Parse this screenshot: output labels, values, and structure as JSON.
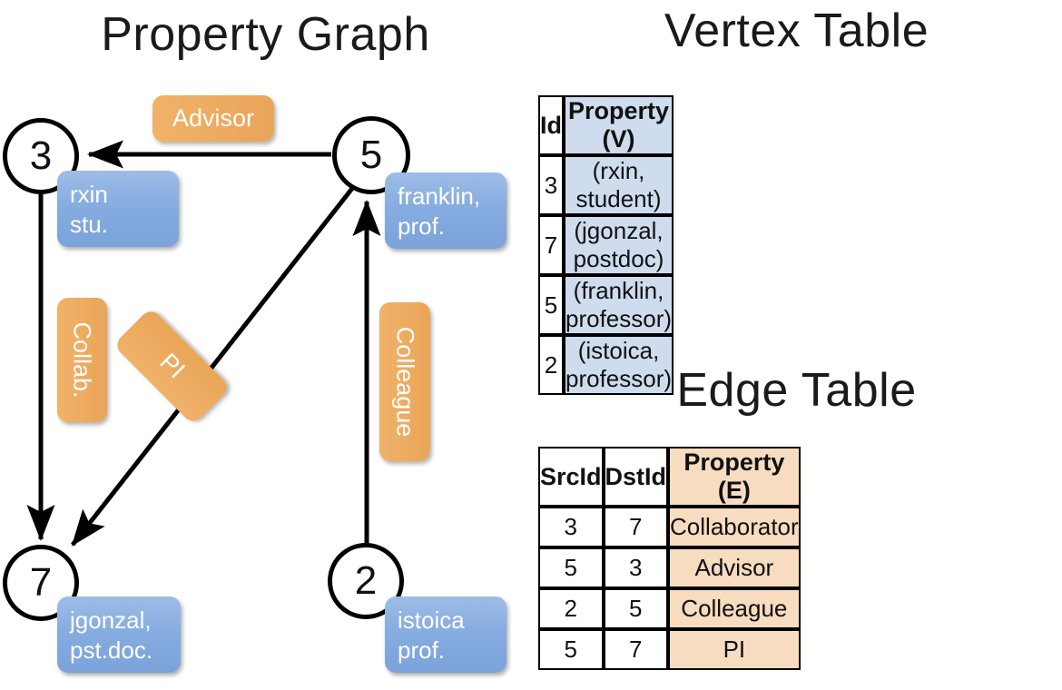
{
  "titles": {
    "property_graph": "Property Graph",
    "vertex_table": "Vertex Table",
    "edge_table": "Edge Table"
  },
  "graph": {
    "nodes": [
      {
        "id": "3",
        "property_line1": "rxin",
        "property_line2": "stu."
      },
      {
        "id": "5",
        "property_line1": "franklin,",
        "property_line2": "prof."
      },
      {
        "id": "7",
        "property_line1": "jgonzal,",
        "property_line2": "pst.doc."
      },
      {
        "id": "2",
        "property_line1": "istoica",
        "property_line2": "prof."
      }
    ],
    "edge_labels": [
      {
        "label": "Advisor"
      },
      {
        "label": "Collab."
      },
      {
        "label": "PI"
      },
      {
        "label": "Colleague"
      }
    ],
    "edges": [
      {
        "src": "5",
        "dst": "3",
        "label": "Advisor"
      },
      {
        "src": "3",
        "dst": "7",
        "label": "Collab."
      },
      {
        "src": "5",
        "dst": "7",
        "label": "PI"
      },
      {
        "src": "2",
        "dst": "5",
        "label": "Colleague"
      }
    ]
  },
  "vertex_table": {
    "headers": [
      "Id",
      "Property (V)"
    ],
    "rows": [
      {
        "id": "3",
        "property": "(rxin, student)"
      },
      {
        "id": "7",
        "property": "(jgonzal, postdoc)"
      },
      {
        "id": "5",
        "property": "(franklin, professor)"
      },
      {
        "id": "2",
        "property": "(istoica, professor)"
      }
    ]
  },
  "edge_table": {
    "headers": [
      "SrcId",
      "DstId",
      "Property (E)"
    ],
    "rows": [
      {
        "src": "3",
        "dst": "7",
        "property": "Collaborator"
      },
      {
        "src": "5",
        "dst": "3",
        "property": "Advisor"
      },
      {
        "src": "2",
        "dst": "5",
        "property": "Colleague"
      },
      {
        "src": "5",
        "dst": "7",
        "property": "PI"
      }
    ]
  },
  "colors": {
    "vertex_box": "#86ace0",
    "edge_box": "#eead63",
    "vertex_table_highlight": "#cedcee",
    "edge_table_highlight": "#f7dcc0",
    "stroke": "#000000"
  }
}
